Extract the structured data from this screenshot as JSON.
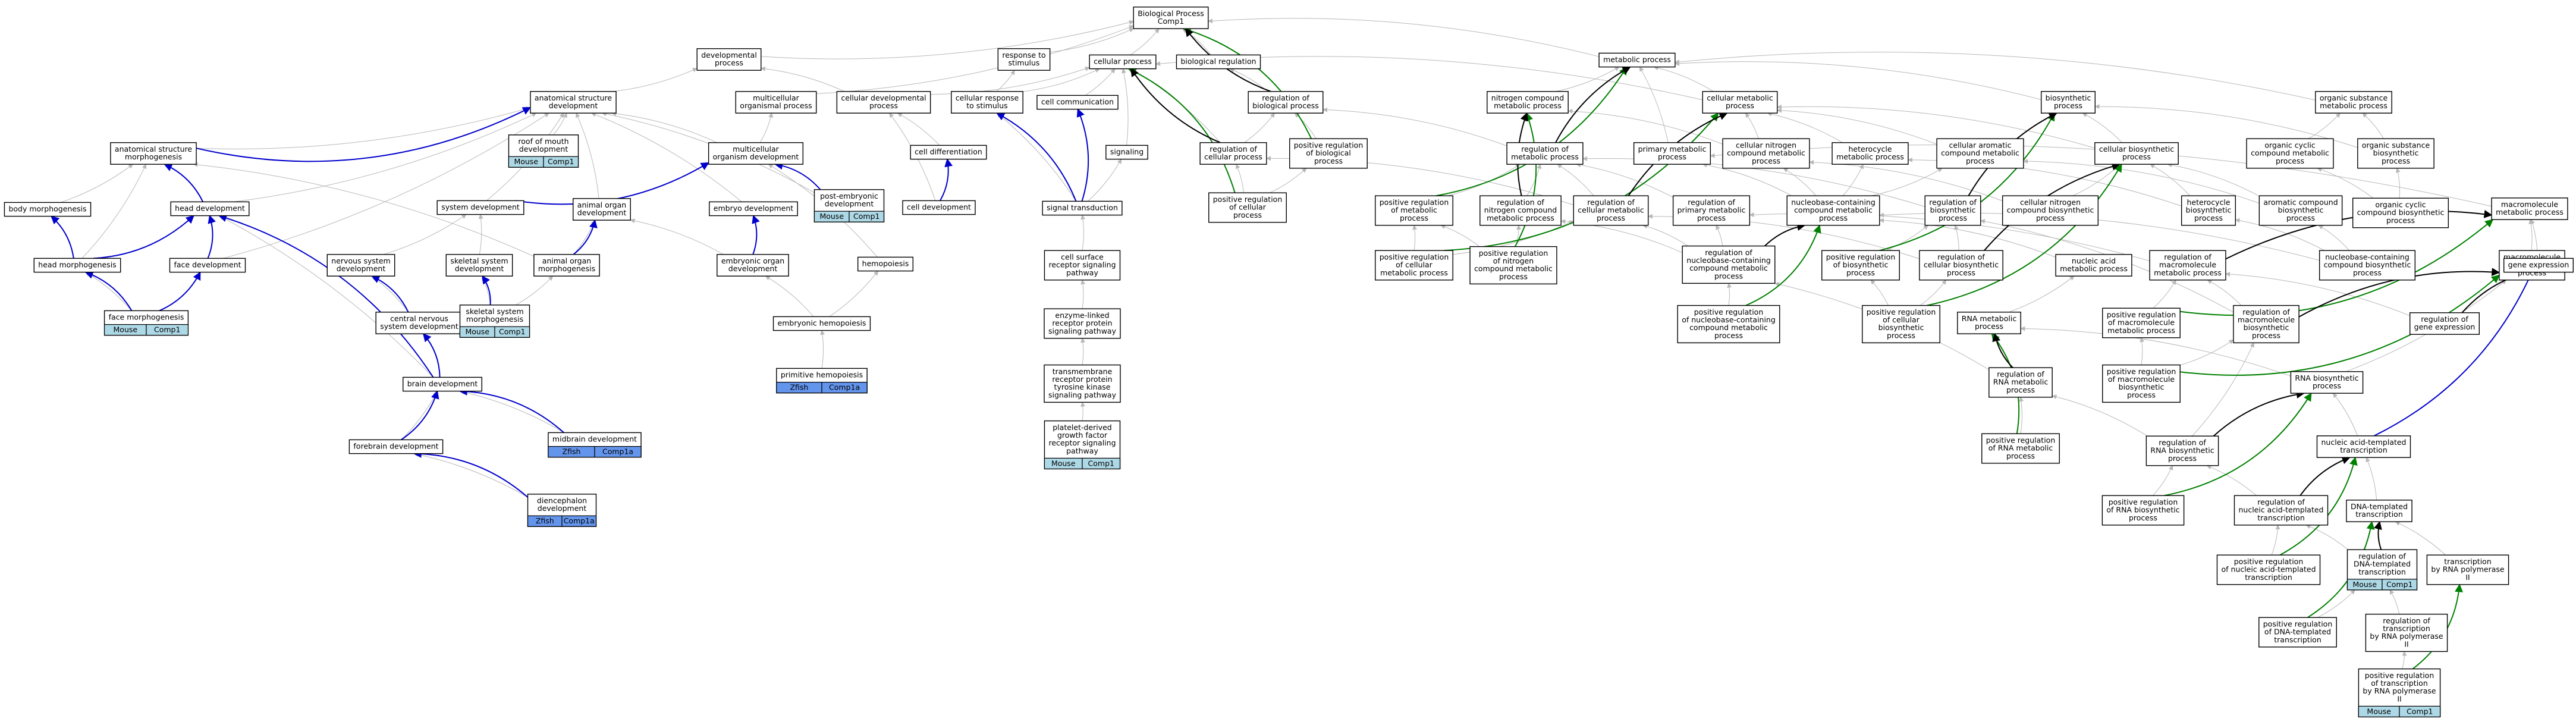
{
  "colors": {
    "is_a": "#b8b8b8",
    "part_of": "#0000cc",
    "positive": "#008000",
    "regulates": "#000000",
    "tag_light": "#add8e6",
    "tag_dark": "#6495ed"
  },
  "nodes": [
    {
      "id": "bp",
      "lines": [
        "Biological Process",
        "Comp1"
      ]
    },
    {
      "id": "devproc",
      "lines": [
        "developmental",
        "process"
      ]
    },
    {
      "id": "respstim",
      "lines": [
        "response to",
        "stimulus"
      ]
    },
    {
      "id": "cellproc",
      "lines": [
        "cellular process"
      ]
    },
    {
      "id": "bioreg",
      "lines": [
        "biological regulation"
      ]
    },
    {
      "id": "metproc",
      "lines": [
        "metabolic process"
      ]
    },
    {
      "id": "anatdev",
      "lines": [
        "anatomical structure",
        "development"
      ]
    },
    {
      "id": "multiorgproc",
      "lines": [
        "multicellular",
        "organismal process"
      ]
    },
    {
      "id": "celldevproc",
      "lines": [
        "cellular developmental",
        "process"
      ]
    },
    {
      "id": "cellresp",
      "lines": [
        "cellular response",
        "to stimulus"
      ]
    },
    {
      "id": "cellcomm",
      "lines": [
        "cell communication"
      ]
    },
    {
      "id": "regbio",
      "lines": [
        "regulation of",
        "biological process"
      ]
    },
    {
      "id": "nitro",
      "lines": [
        "nitrogen compound",
        "metabolic process"
      ]
    },
    {
      "id": "cellmet",
      "lines": [
        "cellular metabolic",
        "process"
      ]
    },
    {
      "id": "biosyn",
      "lines": [
        "biosynthetic",
        "process"
      ]
    },
    {
      "id": "orgsub",
      "lines": [
        "organic substance",
        "metabolic process"
      ]
    },
    {
      "id": "anatmorph",
      "lines": [
        "anatomical structure",
        "morphogenesis"
      ]
    },
    {
      "id": "roofmouth",
      "lines": [
        "roof of mouth",
        "development"
      ],
      "tags": [
        "Mouse",
        "Comp1"
      ],
      "tagStyle": "light"
    },
    {
      "id": "multiorgdev",
      "lines": [
        "multicellular",
        "organism development"
      ]
    },
    {
      "id": "celldiff",
      "lines": [
        "cell differentiation"
      ]
    },
    {
      "id": "signaling",
      "lines": [
        "signaling"
      ]
    },
    {
      "id": "regcell",
      "lines": [
        "regulation of",
        "cellular process"
      ]
    },
    {
      "id": "posregbio",
      "lines": [
        "positive regulation",
        "of biological",
        "process"
      ]
    },
    {
      "id": "regmet",
      "lines": [
        "regulation of",
        "metabolic process"
      ]
    },
    {
      "id": "primmet",
      "lines": [
        "primary metabolic",
        "process"
      ]
    },
    {
      "id": "cellnitro",
      "lines": [
        "cellular nitrogen",
        "compound metabolic",
        "process"
      ]
    },
    {
      "id": "hetero",
      "lines": [
        "heterocycle",
        "metabolic process"
      ]
    },
    {
      "id": "cellarom",
      "lines": [
        "cellular aromatic",
        "compound metabolic",
        "process"
      ]
    },
    {
      "id": "cellbiosyn",
      "lines": [
        "cellular biosynthetic",
        "process"
      ]
    },
    {
      "id": "orgcyclic",
      "lines": [
        "organic cyclic",
        "compound metabolic",
        "process"
      ]
    },
    {
      "id": "orgsubbio",
      "lines": [
        "organic substance",
        "biosynthetic",
        "process"
      ]
    },
    {
      "id": "bodymorph",
      "lines": [
        "body morphogenesis"
      ]
    },
    {
      "id": "headdev",
      "lines": [
        "head development"
      ]
    },
    {
      "id": "sysdev",
      "lines": [
        "system development"
      ]
    },
    {
      "id": "animorgdev",
      "lines": [
        "animal organ",
        "development"
      ]
    },
    {
      "id": "embryodev",
      "lines": [
        "embryo development"
      ]
    },
    {
      "id": "postemb",
      "lines": [
        "post-embryonic",
        "development"
      ],
      "tags": [
        "Mouse",
        "Comp1"
      ],
      "tagStyle": "light"
    },
    {
      "id": "celldev",
      "lines": [
        "cell development"
      ]
    },
    {
      "id": "sigtrans",
      "lines": [
        "signal transduction"
      ]
    },
    {
      "id": "posregcell",
      "lines": [
        "positive regulation",
        "of cellular",
        "process"
      ]
    },
    {
      "id": "posregmet",
      "lines": [
        "positive regulation",
        "of metabolic",
        "process"
      ]
    },
    {
      "id": "regnitro",
      "lines": [
        "regulation of",
        "nitrogen compound",
        "metabolic process"
      ]
    },
    {
      "id": "regcellmet",
      "lines": [
        "regulation of",
        "cellular metabolic",
        "process"
      ]
    },
    {
      "id": "regprim",
      "lines": [
        "regulation of",
        "primary metabolic",
        "process"
      ]
    },
    {
      "id": "nucleo",
      "lines": [
        "nucleobase-containing",
        "compound metabolic",
        "process"
      ]
    },
    {
      "id": "regbiosyn",
      "lines": [
        "regulation of",
        "biosynthetic",
        "process"
      ]
    },
    {
      "id": "cellnitrobio",
      "lines": [
        "cellular nitrogen",
        "compound biosynthetic",
        "process"
      ]
    },
    {
      "id": "heterobio",
      "lines": [
        "heterocycle",
        "biosynthetic",
        "process"
      ]
    },
    {
      "id": "aromatic",
      "lines": [
        "aromatic compound",
        "biosynthetic",
        "process"
      ]
    },
    {
      "id": "orgcyclicbio",
      "lines": [
        "organic cyclic",
        "compound biosynthetic",
        "process"
      ]
    },
    {
      "id": "macromet",
      "lines": [
        "macromolecule",
        "metabolic process"
      ]
    },
    {
      "id": "headmorph",
      "lines": [
        "head morphogenesis"
      ]
    },
    {
      "id": "facedev",
      "lines": [
        "face development"
      ]
    },
    {
      "id": "nervdev",
      "lines": [
        "nervous system",
        "development"
      ]
    },
    {
      "id": "skeldev",
      "lines": [
        "skeletal system",
        "development"
      ]
    },
    {
      "id": "animorgmorph",
      "lines": [
        "animal organ",
        "morphogenesis"
      ]
    },
    {
      "id": "emborgan",
      "lines": [
        "embryonic organ",
        "development"
      ]
    },
    {
      "id": "hemo",
      "lines": [
        "hemopoiesis"
      ]
    },
    {
      "id": "cellsurf",
      "lines": [
        "cell surface",
        "receptor signaling",
        "pathway"
      ]
    },
    {
      "id": "posregcellmet",
      "lines": [
        "positive regulation",
        "of cellular",
        "metabolic process"
      ]
    },
    {
      "id": "posregnitro",
      "lines": [
        "positive regulation",
        "of nitrogen",
        "compound metabolic",
        "process"
      ]
    },
    {
      "id": "regnucleo",
      "lines": [
        "regulation of",
        "nucleobase-containing",
        "compound metabolic",
        "process"
      ]
    },
    {
      "id": "posregbiosyn",
      "lines": [
        "positive regulation",
        "of biosynthetic",
        "process"
      ]
    },
    {
      "id": "regcellbio",
      "lines": [
        "regulation of",
        "cellular biosynthetic",
        "process"
      ]
    },
    {
      "id": "nucacid",
      "lines": [
        "nucleic acid",
        "metabolic process"
      ]
    },
    {
      "id": "regmacro",
      "lines": [
        "regulation of",
        "macromolecule",
        "metabolic process"
      ]
    },
    {
      "id": "nucleobio",
      "lines": [
        "nucleobase-containing",
        "compound biosynthetic",
        "process"
      ]
    },
    {
      "id": "macrobio",
      "lines": [
        "macromolecule",
        "biosynthetic",
        "process"
      ]
    },
    {
      "id": "geneexp",
      "lines": [
        "gene expression"
      ]
    },
    {
      "id": "facemorph",
      "lines": [
        "face morphogenesis"
      ],
      "tags": [
        "Mouse",
        "Comp1"
      ],
      "tagStyle": "light"
    },
    {
      "id": "cns",
      "lines": [
        "central nervous",
        "system development"
      ]
    },
    {
      "id": "skelmorph",
      "lines": [
        "skeletal system",
        "morphogenesis"
      ],
      "tags": [
        "Mouse",
        "Comp1"
      ],
      "tagStyle": "light"
    },
    {
      "id": "embhemo",
      "lines": [
        "embryonic hemopoiesis"
      ]
    },
    {
      "id": "enzyme",
      "lines": [
        "enzyme-linked",
        "receptor protein",
        "signaling pathway"
      ]
    },
    {
      "id": "posregnucleo",
      "lines": [
        "positive regulation",
        "of nucleobase-containing",
        "compound metabolic",
        "process"
      ]
    },
    {
      "id": "posregcellbio",
      "lines": [
        "positive regulation",
        "of cellular",
        "biosynthetic",
        "process"
      ]
    },
    {
      "id": "rnamet",
      "lines": [
        "RNA metabolic",
        "process"
      ]
    },
    {
      "id": "posregmacro",
      "lines": [
        "positive regulation",
        "of macromolecule",
        "metabolic process"
      ]
    },
    {
      "id": "regmacrobio",
      "lines": [
        "regulation of",
        "macromolecule",
        "biosynthetic",
        "process"
      ]
    },
    {
      "id": "reggene",
      "lines": [
        "regulation of",
        "gene expression"
      ]
    },
    {
      "id": "braindev",
      "lines": [
        "brain development"
      ]
    },
    {
      "id": "primhemo",
      "lines": [
        "primitive hemopoiesis"
      ],
      "tags": [
        "Zfish",
        "Comp1a"
      ],
      "tagStyle": "dark"
    },
    {
      "id": "transmem",
      "lines": [
        "transmembrane",
        "receptor protein",
        "tyrosine kinase",
        "signaling pathway"
      ]
    },
    {
      "id": "regrnamet",
      "lines": [
        "regulation of",
        "RNA metabolic",
        "process"
      ]
    },
    {
      "id": "posregmacrobio",
      "lines": [
        "positive regulation",
        "of macromolecule",
        "biosynthetic",
        "process"
      ]
    },
    {
      "id": "rnabio",
      "lines": [
        "RNA biosynthetic",
        "process"
      ]
    },
    {
      "id": "forebrain",
      "lines": [
        "forebrain development"
      ]
    },
    {
      "id": "midbrain",
      "lines": [
        "midbrain development"
      ],
      "tags": [
        "Zfish",
        "Comp1a"
      ],
      "tagStyle": "dark"
    },
    {
      "id": "pdgf",
      "lines": [
        "platelet-derived",
        "growth factor",
        "receptor signaling",
        "pathway"
      ],
      "tags": [
        "Mouse",
        "Comp1"
      ],
      "tagStyle": "light"
    },
    {
      "id": "posregrnamet",
      "lines": [
        "positive regulation",
        "of RNA metabolic",
        "process"
      ]
    },
    {
      "id": "regrnabio",
      "lines": [
        "regulation of",
        "RNA biosynthetic",
        "process"
      ]
    },
    {
      "id": "nucacidtrans",
      "lines": [
        "nucleic acid-templated",
        "transcription"
      ]
    },
    {
      "id": "dienceph",
      "lines": [
        "diencephalon",
        "development"
      ],
      "tags": [
        "Zfish",
        "Comp1a"
      ],
      "tagStyle": "dark"
    },
    {
      "id": "posregrnabio",
      "lines": [
        "positive regulation",
        "of RNA biosynthetic",
        "process"
      ]
    },
    {
      "id": "regnucacid",
      "lines": [
        "regulation of",
        "nucleic acid-templated",
        "transcription"
      ]
    },
    {
      "id": "dnatrans",
      "lines": [
        "DNA-templated",
        "transcription"
      ]
    },
    {
      "id": "posregnucacid",
      "lines": [
        "positive regulation",
        "of nucleic acid-templated",
        "transcription"
      ]
    },
    {
      "id": "regdnatrans",
      "lines": [
        "regulation of",
        "DNA-templated",
        "transcription"
      ],
      "tags": [
        "Mouse",
        "Comp1"
      ],
      "tagStyle": "light"
    },
    {
      "id": "transpol2",
      "lines": [
        "transcription",
        "by RNA polymerase",
        "II"
      ]
    },
    {
      "id": "posregdna",
      "lines": [
        "positive regulation",
        "of DNA-templated",
        "transcription"
      ]
    },
    {
      "id": "regtranspol2",
      "lines": [
        "regulation of",
        "transcription",
        "by RNA polymerase",
        "II"
      ]
    },
    {
      "id": "posregtranspol2",
      "lines": [
        "positive regulation",
        "of transcription",
        "by RNA polymerase",
        "II"
      ],
      "tags": [
        "Mouse",
        "Comp1"
      ],
      "tagStyle": "light"
    }
  ]
}
